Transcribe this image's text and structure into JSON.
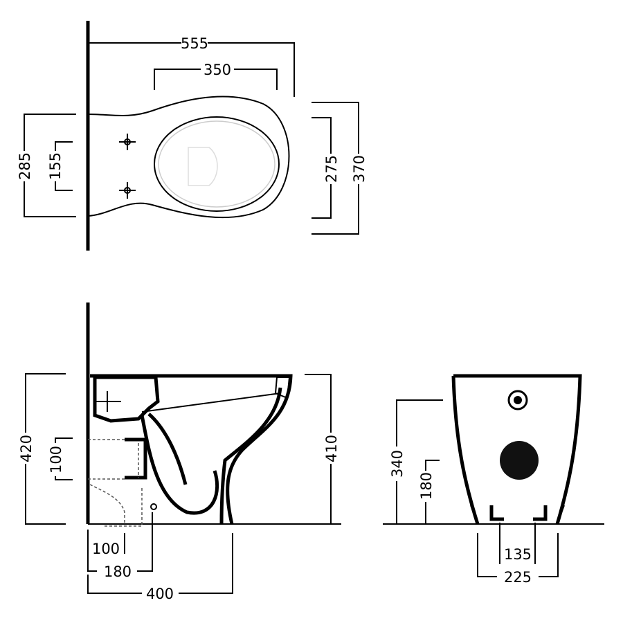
{
  "title": "Wall-hung toilet dimensional drawing",
  "top_view": {
    "overall_length": "555",
    "bowl_length": "350",
    "wall_width": "285",
    "fixing_spacing": "155",
    "bowl_width": "275",
    "overall_width": "370"
  },
  "side_view": {
    "overall_height": "420",
    "rim_height": "410",
    "inlet_height": "100",
    "outlet_offset": "100",
    "fixing_offset": "180",
    "projection": "400"
  },
  "front_view": {
    "inlet_height": "340",
    "outlet_height": "180",
    "fixing_spacing": "135",
    "base_width": "225"
  },
  "colors": {
    "line": "#000000",
    "background": "#ffffff"
  }
}
